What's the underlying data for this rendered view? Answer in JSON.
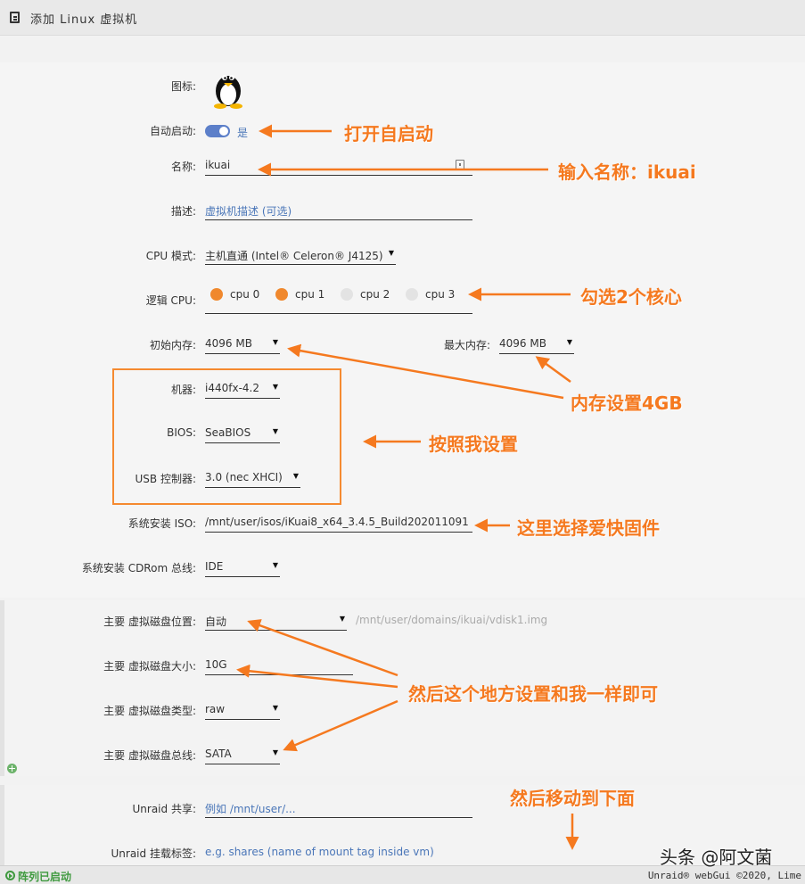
{
  "window": {
    "title": "添加 Linux 虚拟机"
  },
  "form": {
    "icon_label": "图标:",
    "autostart": {
      "label": "自动启动:",
      "value": "是"
    },
    "name": {
      "label": "名称:",
      "value": "ikuai"
    },
    "description": {
      "label": "描述:",
      "placeholder": "虚拟机描述 (可选)"
    },
    "cpu_mode": {
      "label": "CPU 模式:",
      "value": "主机直通 (Intel® Celeron® J4125)"
    },
    "logical_cpu": {
      "label": "逻辑 CPU:",
      "cores": [
        {
          "label": "cpu 0",
          "checked": true
        },
        {
          "label": "cpu 1",
          "checked": true
        },
        {
          "label": "cpu 2",
          "checked": false
        },
        {
          "label": "cpu 3",
          "checked": false
        }
      ]
    },
    "initial_memory": {
      "label": "初始内存:",
      "value": "4096 MB"
    },
    "max_memory": {
      "label": "最大内存:",
      "value": "4096 MB"
    },
    "machine": {
      "label": "机器:",
      "value": "i440fx-4.2"
    },
    "bios": {
      "label": "BIOS:",
      "value": "SeaBIOS"
    },
    "usb": {
      "label": "USB 控制器:",
      "value": "3.0 (nec XHCI)"
    },
    "os_iso": {
      "label": "系统安装 ISO:",
      "value": "/mnt/user/isos/iKuai8_x64_3.4.5_Build202011091"
    },
    "os_cdrom_bus": {
      "label": "系统安装 CDRom 总线:",
      "value": "IDE"
    }
  },
  "disk": {
    "location": {
      "label": "主要 虚拟磁盘位置:",
      "value": "自动",
      "path": "/mnt/user/domains/ikuai/vdisk1.img"
    },
    "size": {
      "label": "主要 虚拟磁盘大小:",
      "value": "10G"
    },
    "type": {
      "label": "主要 虚拟磁盘类型:",
      "value": "raw"
    },
    "bus": {
      "label": "主要 虚拟磁盘总线:",
      "value": "SATA"
    }
  },
  "share": {
    "unraid_share": {
      "label": "Unraid 共享:",
      "placeholder": "例如 /mnt/user/..."
    },
    "mount_tag": {
      "label": "Unraid 挂载标签:",
      "placeholder": "e.g. shares (name of mount tag inside vm)"
    }
  },
  "annotations": {
    "autostart": "打开自启动",
    "name": "输入名称：ikuai",
    "cpu": "勾选2个核心",
    "memory": "内存设置4GB",
    "follow": "按照我设置",
    "iso": "这里选择爱快固件",
    "disk": "然后这个地方设置和我一样即可",
    "scroll": "然后移动到下面"
  },
  "statusbar": {
    "array_status": "阵列已启动",
    "copyright": "Unraid® webGui ©2020, Lime"
  },
  "watermark": "头条 @阿文菌",
  "colors": {
    "accent_orange": "#f5791f",
    "toggle_blue": "#5c7fc9",
    "link_blue": "#4a76b8",
    "status_green": "#3f9a3f"
  },
  "icons": {
    "os_icon": "linux-penguin-icon",
    "lock": "lock-icon",
    "add": "plus-icon"
  }
}
